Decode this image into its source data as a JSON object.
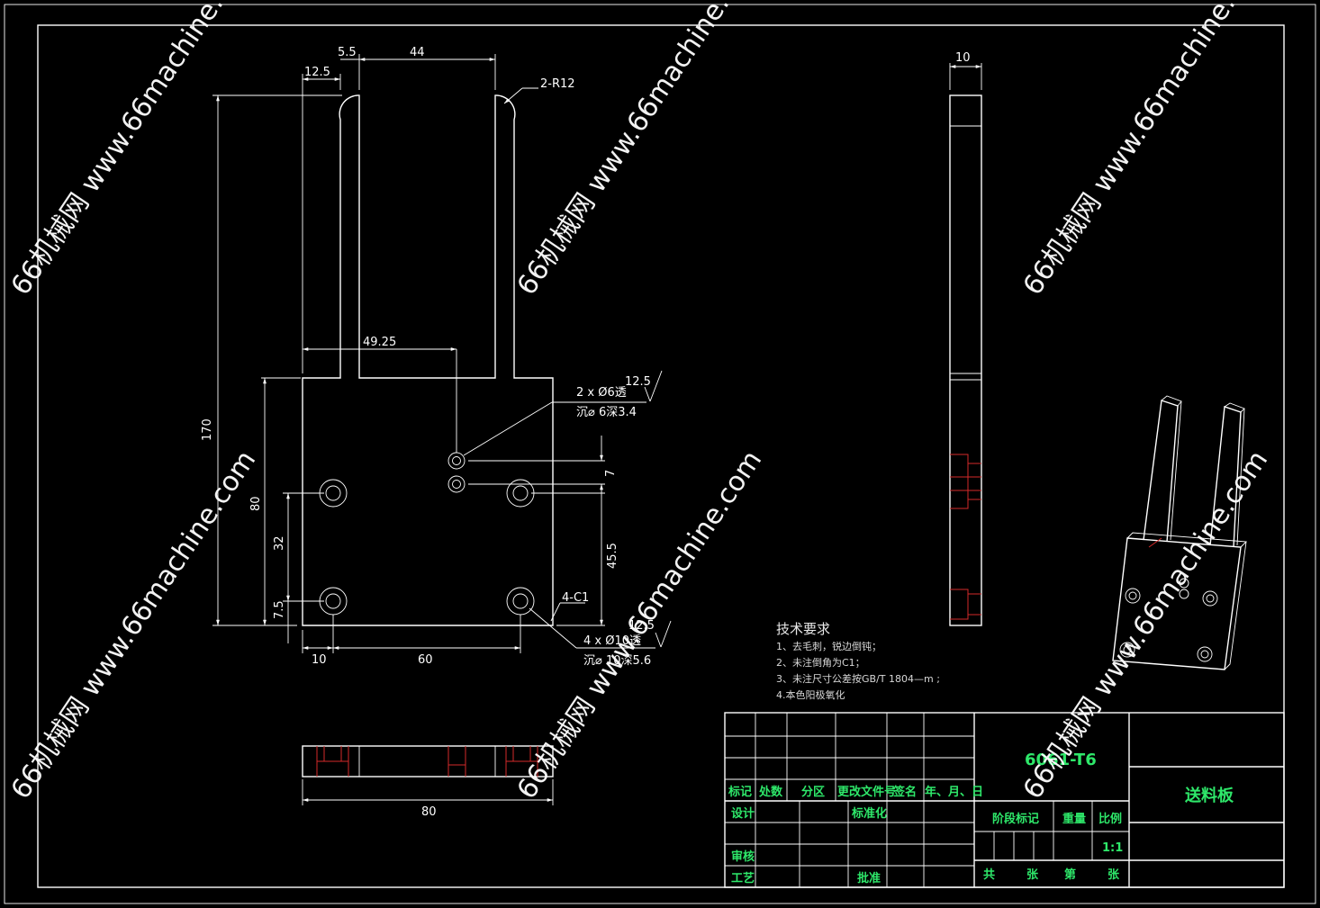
{
  "dimensions": {
    "d_5_5": "5.5",
    "d_44": "44",
    "d_12_5_top": "12.5",
    "d_r12": "2-R12",
    "d_170": "170",
    "d_49_25": "49.25",
    "d_80_left": "80",
    "d_32": "32",
    "d_7_5": "7.5",
    "d_7": "7",
    "d_45_5": "45.5",
    "d_10_bottom": "10",
    "d_60": "60",
    "d_4c1": "4-C1",
    "d_80_bottom": "80",
    "d_10_side": "10",
    "d_12_5_a": "12.5",
    "d_12_5_b": "12.5"
  },
  "callouts": {
    "hole_small_line1": "2 x Ø6透",
    "hole_small_line2": "沉⌀ 6深3.4",
    "hole_large_line1": "4 x Ø10透",
    "hole_large_line2": "沉⌀ 10深5.6"
  },
  "tech_notes": {
    "title": "技术要求",
    "item1": "1、去毛刺，锐边倒钝；",
    "item2": "2、未注倒角为C1；",
    "item3": "3、未注尺寸公差按GB/T 1804—m ;",
    "item4": "4.本色阳极氧化"
  },
  "title_block": {
    "material": "6061-T6",
    "part_name": "送料板",
    "mark": "标记",
    "count": "处数",
    "zone": "分区",
    "change_doc": "更改文件号",
    "sign": "签名",
    "date": "年、月、日",
    "design": "设计",
    "standardize": "标准化",
    "stage_mark": "阶段标记",
    "weight": "重量",
    "scale": "比例",
    "scale_value": "1:1",
    "review": "审核",
    "process": "工艺",
    "approve": "批准",
    "total": "共",
    "sheets1": "张",
    "page": "第",
    "sheets2": "张"
  },
  "watermark": "66机械网 www.66machine.com"
}
